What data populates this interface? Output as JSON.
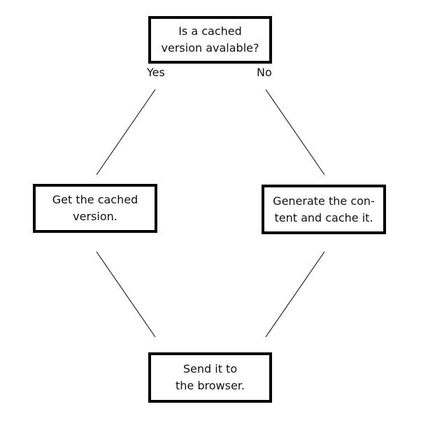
{
  "diagram": {
    "nodes": {
      "question": {
        "lines": [
          "Is a cached",
          "version avalable?"
        ]
      },
      "get_cached": {
        "lines": [
          "Get the cached",
          "version."
        ]
      },
      "generate": {
        "lines": [
          "Generate the con-",
          "tent and cache it."
        ]
      },
      "send": {
        "lines": [
          "Send it to",
          "the browser."
        ]
      }
    },
    "branches": {
      "yes": "Yes",
      "no": "No"
    },
    "edges": [
      {
        "from": "question",
        "to": "get_cached",
        "label": "Yes"
      },
      {
        "from": "question",
        "to": "generate",
        "label": "No"
      },
      {
        "from": "get_cached",
        "to": "send"
      },
      {
        "from": "generate",
        "to": "send"
      }
    ]
  }
}
